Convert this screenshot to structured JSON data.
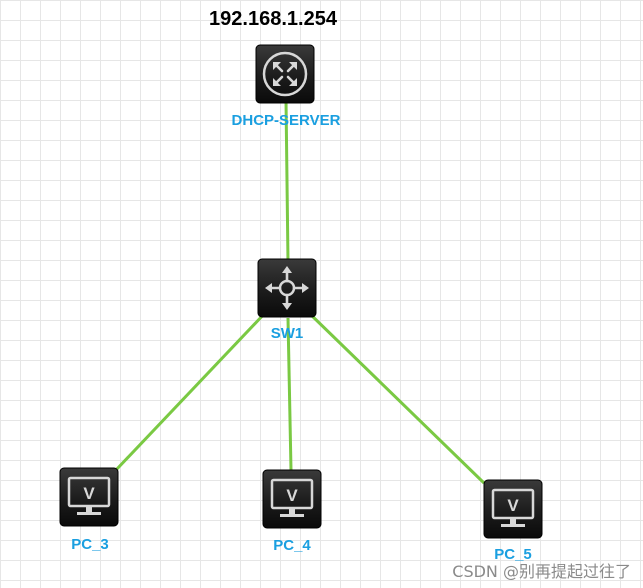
{
  "diagram": {
    "server_ip": "192.168.1.254",
    "accent_color": "#1a9fe0",
    "link_color": "#7ac943",
    "nodes": [
      {
        "id": "dhcp",
        "label": "DHCP-SERVER",
        "icon": "router-icon"
      },
      {
        "id": "sw1",
        "label": "SW1",
        "icon": "switch-icon"
      },
      {
        "id": "pc3",
        "label": "PC_3",
        "icon": "pc-icon"
      },
      {
        "id": "pc4",
        "label": "PC_4",
        "icon": "pc-icon"
      },
      {
        "id": "pc5",
        "label": "PC_5",
        "icon": "pc-icon"
      }
    ],
    "links": [
      {
        "from": "dhcp",
        "to": "sw1"
      },
      {
        "from": "sw1",
        "to": "pc3"
      },
      {
        "from": "sw1",
        "to": "pc4"
      },
      {
        "from": "sw1",
        "to": "pc5"
      }
    ]
  },
  "watermark": "CSDN @别再提起过往了"
}
